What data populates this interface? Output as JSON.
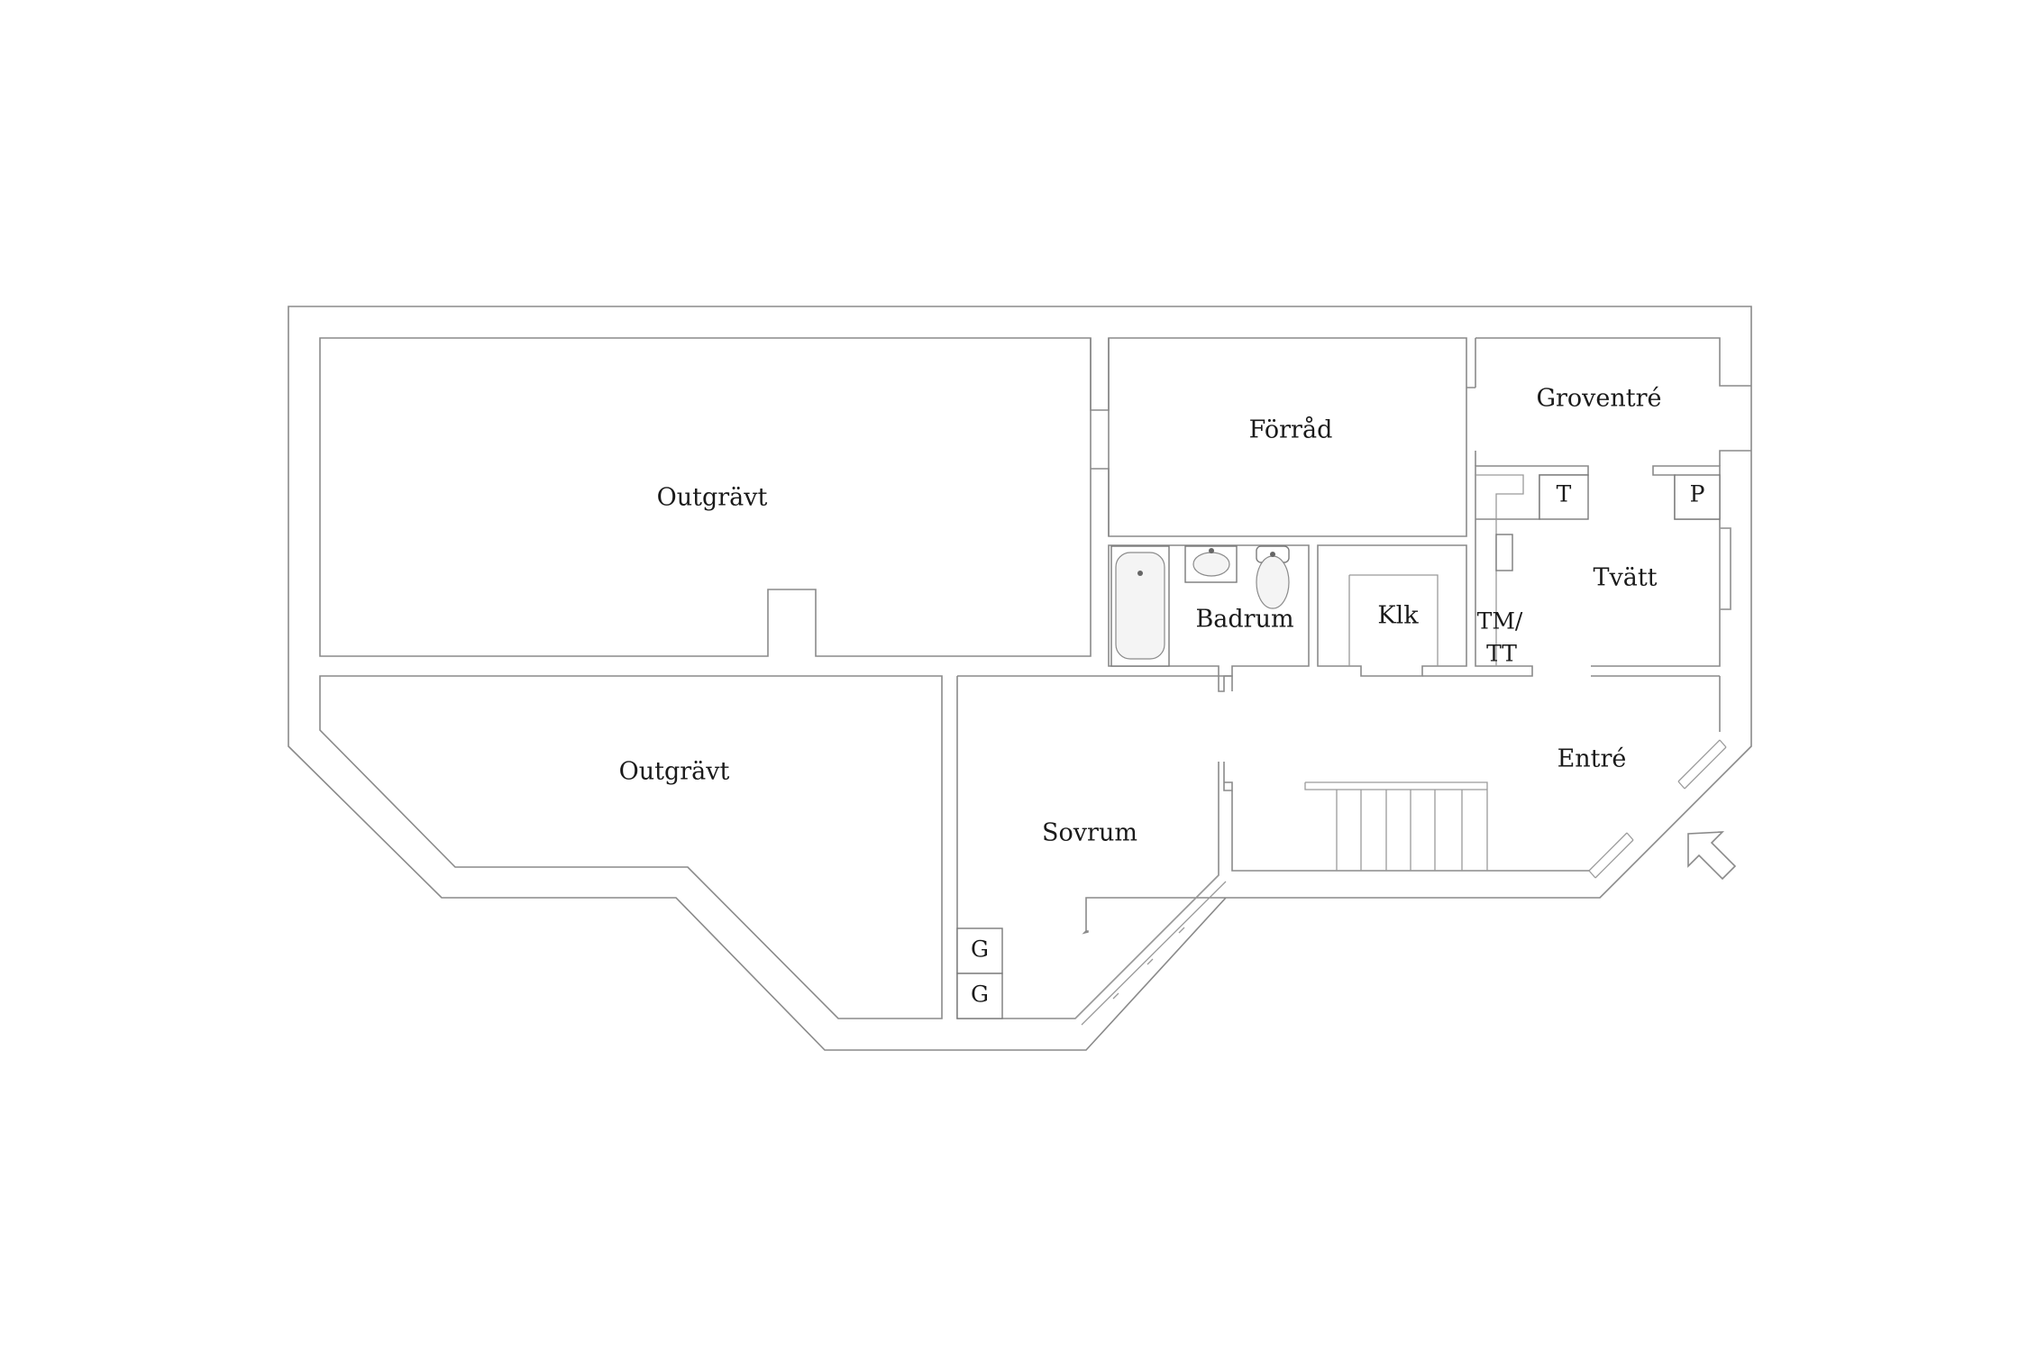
{
  "rooms": {
    "outgravt_top": "Outgrävt",
    "outgravt_bottom": "Outgrävt",
    "forrad": "Förråd",
    "groventre": "Groventré",
    "badrum": "Badrum",
    "klk": "Klk",
    "tm_line1": "TM/",
    "tm_line2": "TT",
    "tvatt": "Tvätt",
    "entre": "Entré",
    "sovrum": "Sovrum"
  },
  "fixtures": {
    "t_box": "T",
    "p_box": "P",
    "g_box_1": "G",
    "g_box_2": "G"
  },
  "icons": {
    "entrance": "entrance-arrow-icon",
    "bathtub": "bathtub-icon",
    "sink": "sink-icon",
    "toilet": "toilet-icon",
    "stairs": "stairs-icon"
  },
  "colors": {
    "background": "#ffffff",
    "wall": "#8a8a8a",
    "text": "#1a1a1a"
  }
}
